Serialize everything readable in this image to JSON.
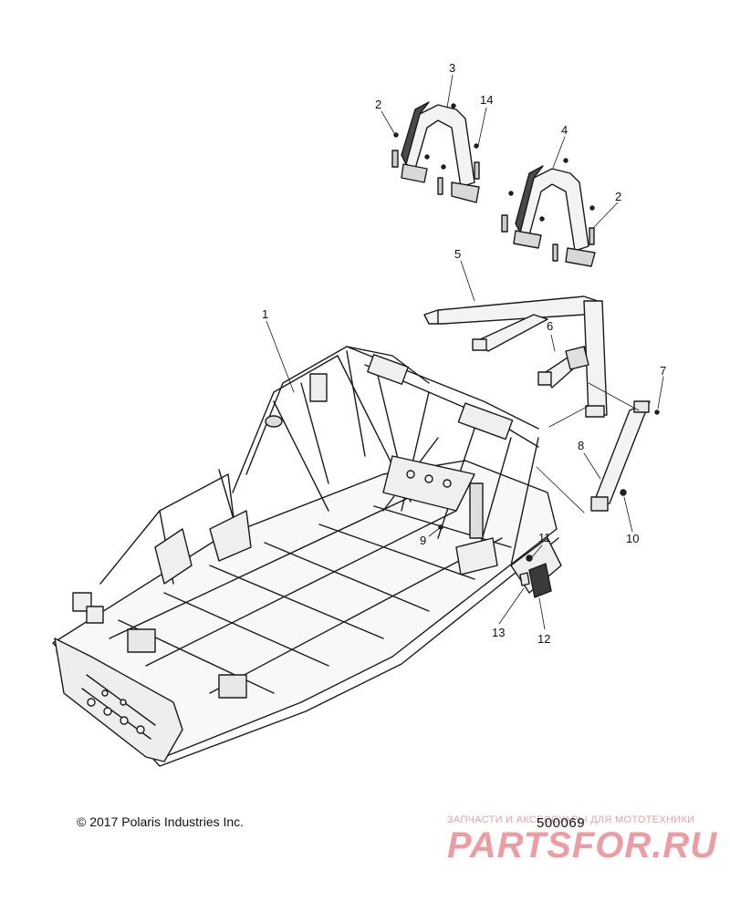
{
  "callouts": [
    {
      "id": "1",
      "label": "1"
    },
    {
      "id": "2a",
      "label": "2"
    },
    {
      "id": "2b",
      "label": "2"
    },
    {
      "id": "3",
      "label": "3"
    },
    {
      "id": "4",
      "label": "4"
    },
    {
      "id": "5",
      "label": "5"
    },
    {
      "id": "6",
      "label": "6"
    },
    {
      "id": "7",
      "label": "7"
    },
    {
      "id": "8",
      "label": "8"
    },
    {
      "id": "9",
      "label": "9"
    },
    {
      "id": "10",
      "label": "10"
    },
    {
      "id": "11",
      "label": "11"
    },
    {
      "id": "12",
      "label": "12"
    },
    {
      "id": "13",
      "label": "13"
    },
    {
      "id": "14",
      "label": "14"
    }
  ],
  "footer": {
    "copyright": "© 2017 Polaris Industries Inc.",
    "diagram_number": "500069"
  },
  "watermark": {
    "tagline": "ЗАПЧАСТИ И АКСЕССУАРЫ ДЛЯ МОТОТЕХНИКИ",
    "logo": "PARTSFOR.RU",
    "color": "#e88d92"
  },
  "colors": {
    "line": "#1a1a1a",
    "fill": "#f4f4f4",
    "shade": "#8a8a8a"
  }
}
